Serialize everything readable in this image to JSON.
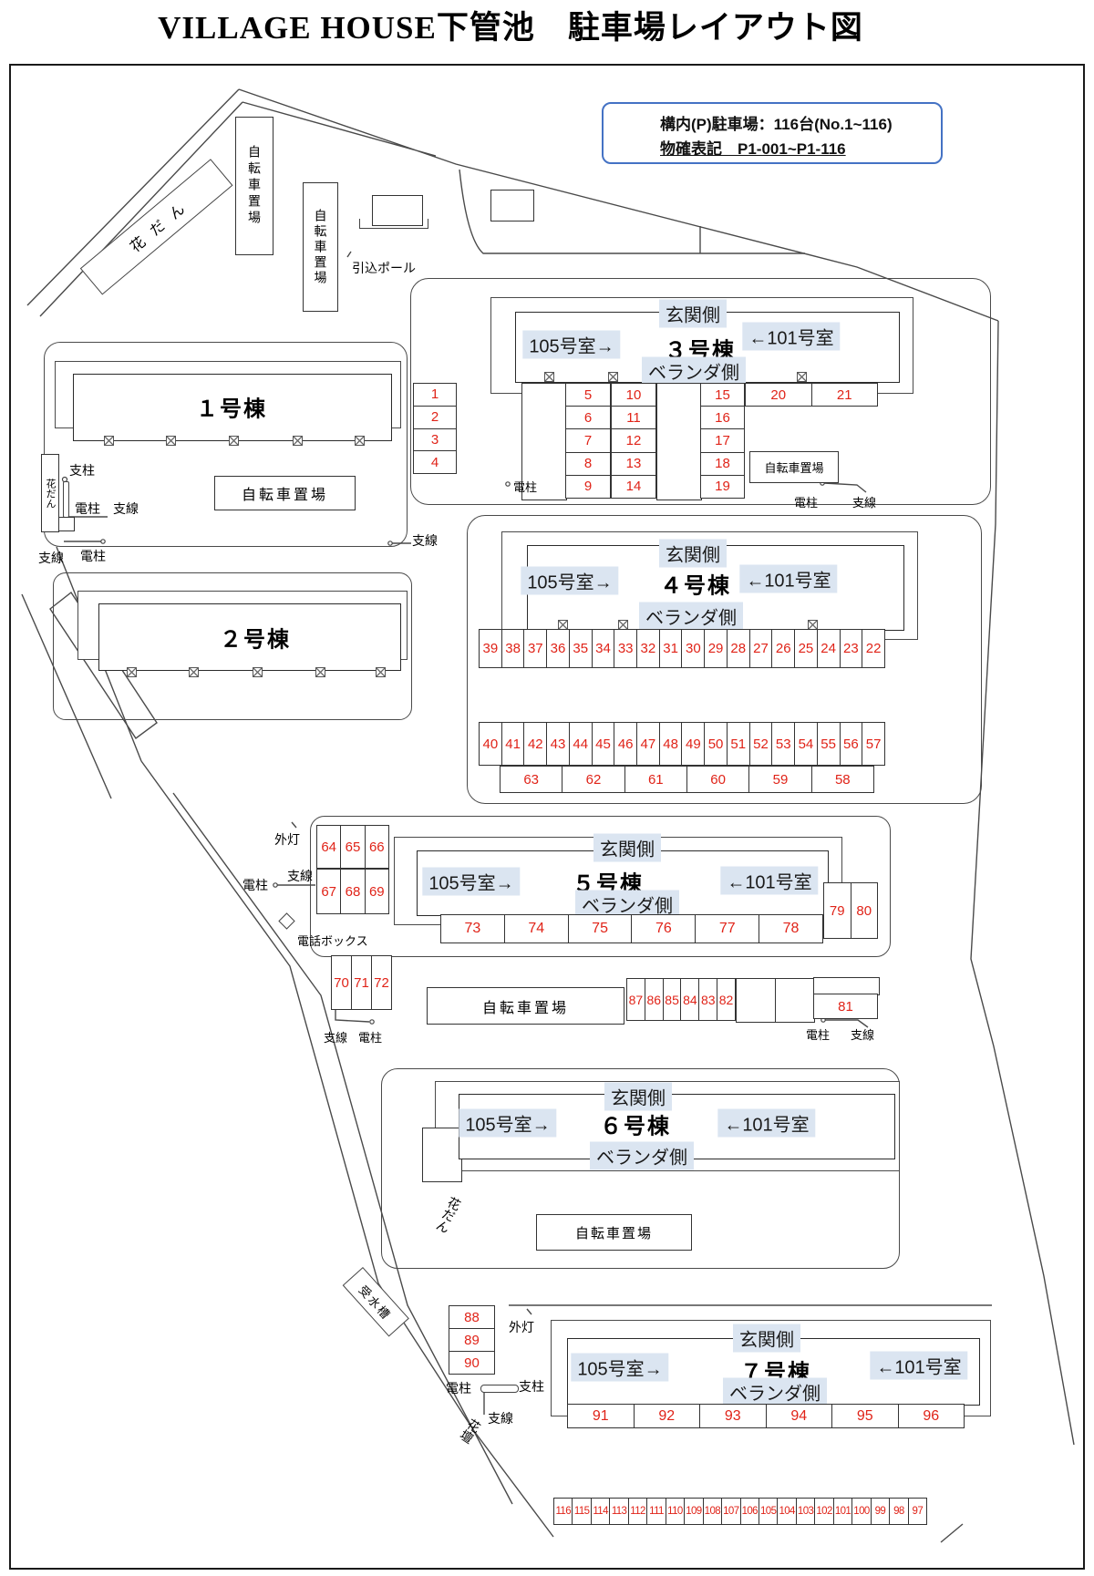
{
  "title": "VILLAGE HOUSE下管池　駐車場レイアウト図",
  "info_box": {
    "line1": "構内(P)駐車場：116台(No.1~116)",
    "line2": "物確表記　P1-001~P1-116"
  },
  "labels": {
    "entrance": "玄関側",
    "veranda": "ベランダ側",
    "room105": "105号室→",
    "room101": "←101号室",
    "bicycle": "自転車置場",
    "flowerbed_hiragana": "花だん",
    "flowerbed_kanji": "花壇",
    "pole_in": "引込ポール",
    "shichu": "支柱",
    "denchu": "電柱",
    "shisen": "支線",
    "gaito": "外灯",
    "phonebox": "電話ボックス",
    "water_tank": "受水槽"
  },
  "buildings": {
    "b1": "１号棟",
    "b2": "２号棟",
    "b3": "３号棟",
    "b4": "４号棟",
    "b5": "５号棟",
    "b6": "６号棟",
    "b7": "７号棟"
  },
  "spots": {
    "b3_col1": [
      "1",
      "2",
      "3",
      "4"
    ],
    "b3_col2": [
      "5",
      "6",
      "7",
      "8",
      "9"
    ],
    "b3_col3": [
      "10",
      "11",
      "12",
      "13",
      "14"
    ],
    "b3_col4": [
      "15",
      "16",
      "17",
      "18",
      "19"
    ],
    "b3_row": [
      "20",
      "21"
    ],
    "b4_row1": [
      "39",
      "38",
      "37",
      "36",
      "35",
      "34",
      "33",
      "32",
      "31",
      "30",
      "29",
      "28",
      "27",
      "26",
      "25",
      "24",
      "23",
      "22"
    ],
    "b4_row2": [
      "40",
      "41",
      "42",
      "43",
      "44",
      "45",
      "46",
      "47",
      "48",
      "49",
      "50",
      "51",
      "52",
      "53",
      "54",
      "55",
      "56",
      "57"
    ],
    "b4_row3": [
      "63",
      "62",
      "61",
      "60",
      "59",
      "58"
    ],
    "b5_top": [
      "64",
      "65",
      "66"
    ],
    "b5_mid": [
      "67",
      "68",
      "69"
    ],
    "b5_row": [
      "73",
      "74",
      "75",
      "76",
      "77",
      "78"
    ],
    "b5_right": [
      "79",
      "80"
    ],
    "b5_low": [
      "70",
      "71",
      "72"
    ],
    "b5_strip": [
      "87",
      "86",
      "85",
      "84",
      "83",
      "82"
    ],
    "b5_side": [
      "81"
    ],
    "b7_col": [
      "88",
      "89",
      "90"
    ],
    "b7_row": [
      "91",
      "92",
      "93",
      "94",
      "95",
      "96"
    ],
    "bottom_row": [
      "116",
      "115",
      "114",
      "113",
      "112",
      "111",
      "110",
      "109",
      "108",
      "107",
      "106",
      "105",
      "104",
      "103",
      "102",
      "101",
      "100",
      "99",
      "98",
      "97"
    ]
  }
}
